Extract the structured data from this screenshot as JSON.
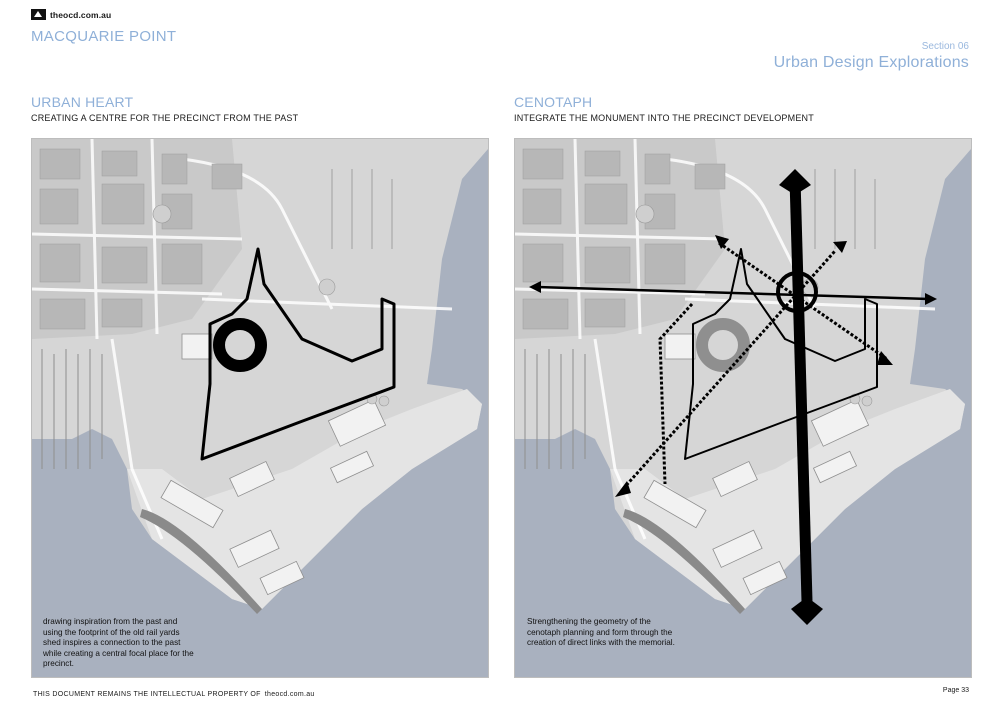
{
  "header": {
    "logo_text": "theocd.com.au",
    "project_title": "MACQUARIE POINT",
    "section_number": "Section 06",
    "section_title": "Urban Design Explorations"
  },
  "panels": [
    {
      "title": "URBAN HEART",
      "subtitle": "CREATING A CENTRE FOR THE PRECINCT FROM THE PAST",
      "caption": [
        "drawing inspiration from the past and",
        "using the footprint of the old rail yards",
        "shed inspires a connection to the past",
        "while creating a central focal place for the",
        "precinct."
      ]
    },
    {
      "title": "CENOTAPH",
      "subtitle": "INTEGRATE THE MONUMENT INTO THE PRECINCT DEVELOPMENT",
      "caption": [
        "Strengthening the geometry of the",
        "cenotaph planning and form through the",
        "creation of direct links with the memorial."
      ]
    }
  ],
  "footer": {
    "text": "THIS DOCUMENT REMAINS THE INTELLECTUAL PROPERTY OF",
    "link": "theocd.com.au",
    "page": "Page 33"
  },
  "colors": {
    "accent": "#8fb0d8",
    "water": "#a9b1bf",
    "land": "#dcdcdc",
    "text": "#1a1a1a"
  }
}
